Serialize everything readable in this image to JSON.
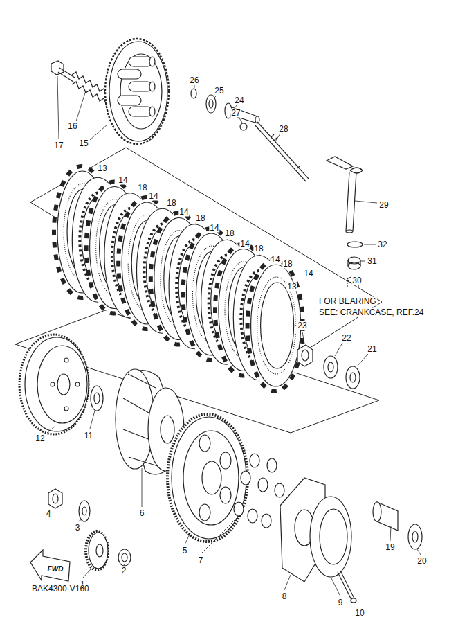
{
  "diagram": {
    "labels": [
      "26",
      "25",
      "24",
      "27",
      "28",
      "16",
      "17",
      "15",
      "13",
      "14",
      "18",
      "14",
      "18",
      "14",
      "18",
      "14",
      "18",
      "14",
      "18",
      "14",
      "18",
      "29",
      "14",
      "32",
      "31",
      "30",
      "FOR BEARING",
      "SEE: CRANKCASE, REF.24",
      "13",
      "23",
      "22",
      "21",
      "11",
      "12",
      "4",
      "6",
      "3",
      "5",
      "19",
      "7",
      "20",
      "FWD",
      "2",
      "1",
      "BAK4300-V160",
      "8",
      "9",
      "10"
    ]
  }
}
